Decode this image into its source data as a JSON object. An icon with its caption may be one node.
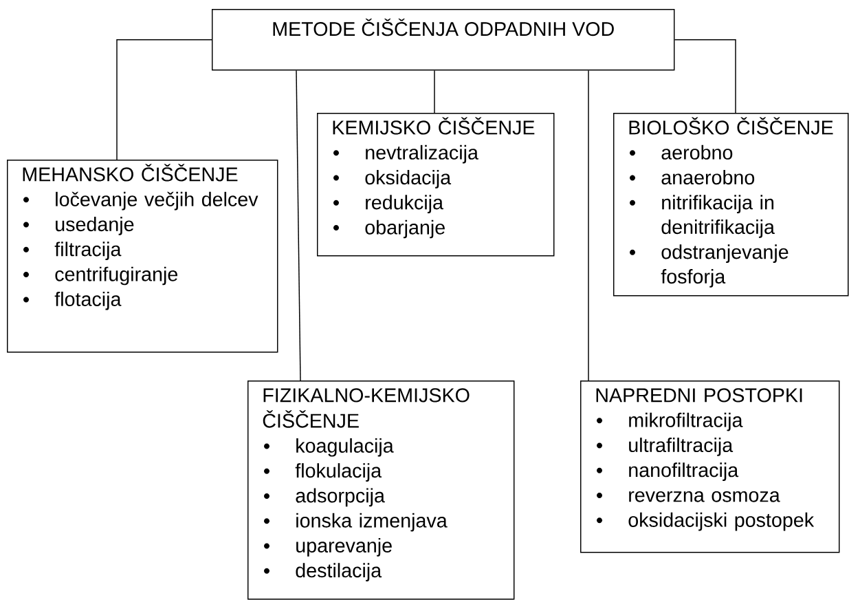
{
  "diagram": {
    "nodes": [
      {
        "text": [
          "METODE ČIŠČENJA ODPADNIH VOD"
        ]
      },
      {
        "text": [
          "MEHANSKO ČIŠČENJE",
          "ločevanje večjih delcev",
          "usedanje",
          "filtracija",
          "centrifugiranje",
          "flotacija"
        ]
      },
      {
        "text": [
          "KEMIJSKO ČIŠČENJE",
          "nevtralizacija",
          "oksidacija",
          "redukcija",
          "obarjanje"
        ]
      },
      {
        "text": [
          "BIOLOŠKO ČIŠČENJE",
          "aerobno",
          "anaerobno",
          "nitrifikacija in denitrifikacija",
          "odstranjevanje fosforja"
        ]
      },
      {
        "text": [
          "FIZIKALNO-KEMIJSKO ČIŠČENJE",
          "koagulacija",
          "flokulacija",
          "adsorpcija",
          "ionska izmenjava",
          "uparevanje",
          "destilacija"
        ]
      },
      {
        "text": [
          "NAPREDNI POSTOPKI",
          "mikrofiltracija",
          "ultrafiltracija",
          "nanofiltracija",
          "reverzna osmoza",
          "oksidacijski postopek"
        ]
      }
    ],
    "edges": [
      {
        "from": 0,
        "to": 1,
        "arrow": "none"
      },
      {
        "from": 0,
        "to": 4,
        "arrow": "none"
      },
      {
        "from": 0,
        "to": 2,
        "arrow": "none"
      },
      {
        "from": 0,
        "to": 5,
        "arrow": "none"
      },
      {
        "from": 0,
        "to": 3,
        "arrow": "none"
      }
    ]
  }
}
